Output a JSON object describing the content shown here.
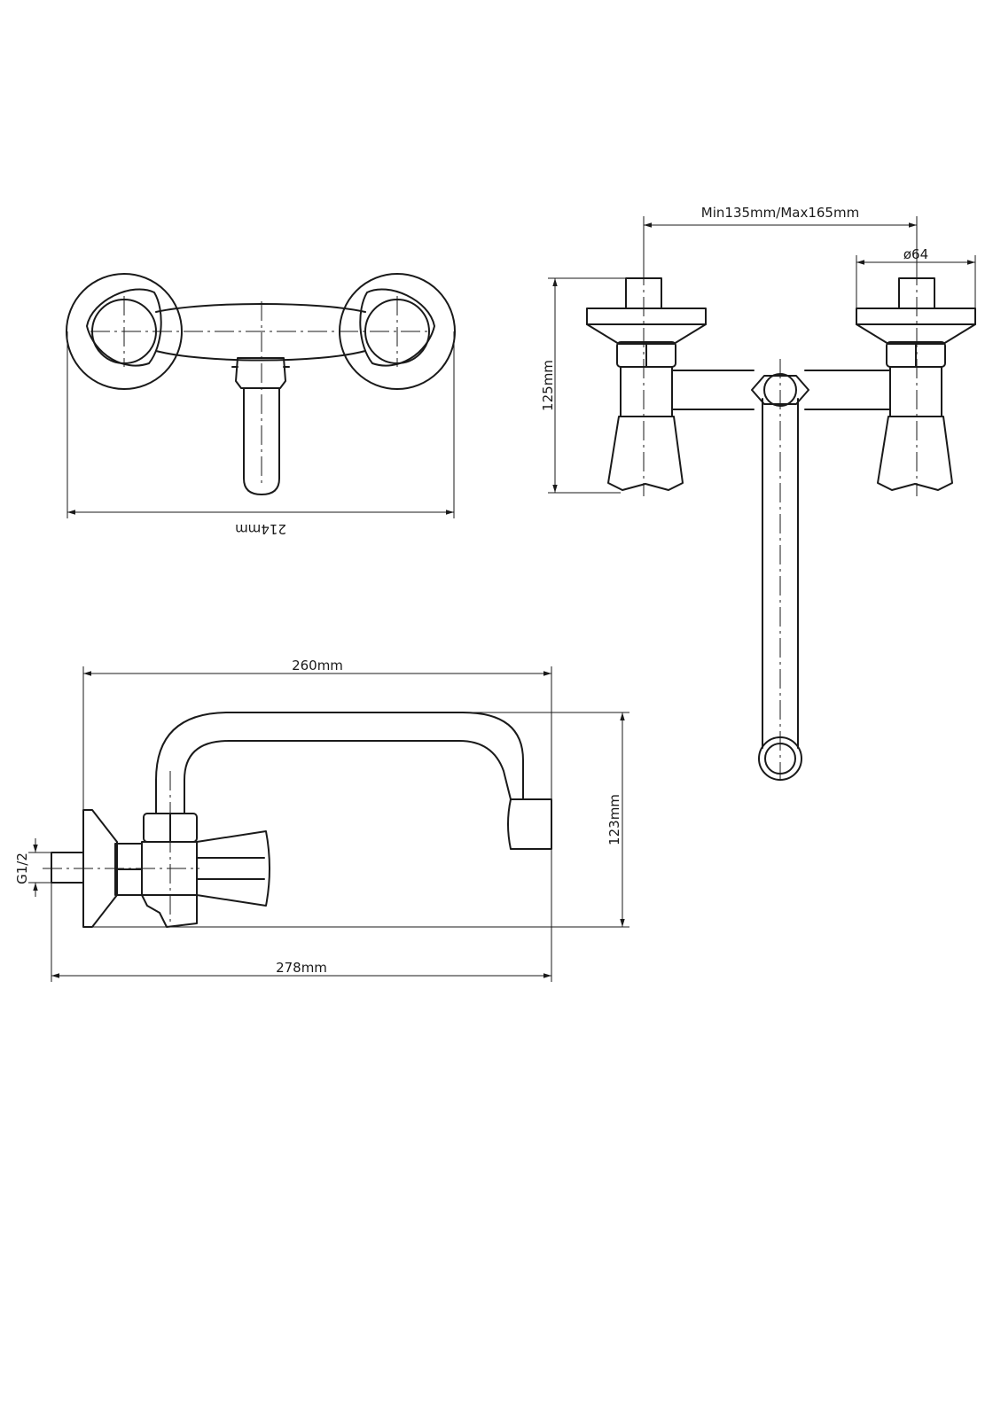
{
  "dimensions": {
    "top_width": "214mm",
    "center_distance": "Min135mm/Max165mm",
    "diameter": "ø64",
    "front_height": "125mm",
    "spout_length": "260mm",
    "side_height": "123mm",
    "thread": "G1/2",
    "overall_length": "278mm"
  }
}
